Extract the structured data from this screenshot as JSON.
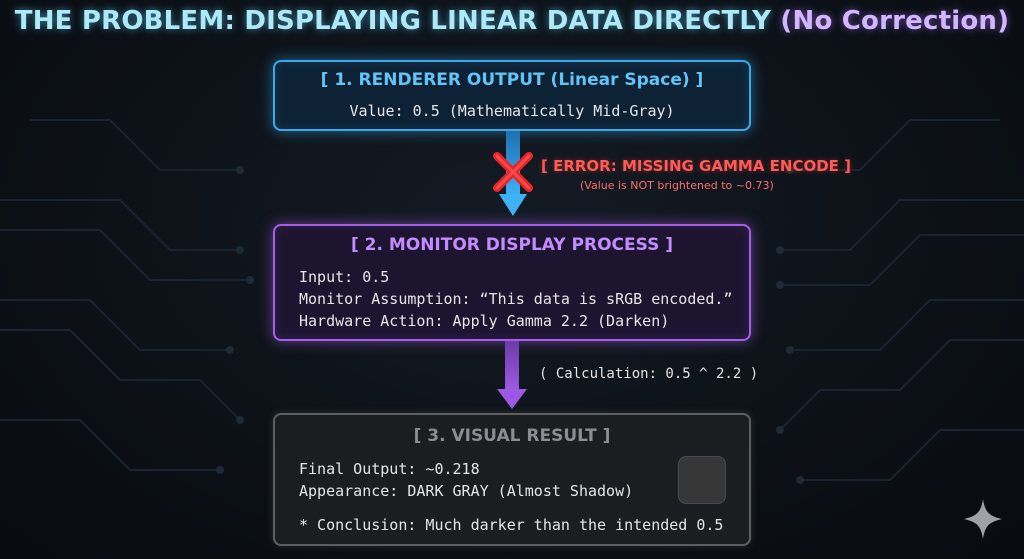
{
  "title": {
    "main": "THE PROBLEM: DISPLAYING LINEAR DATA DIRECTLY",
    "sub": "(No Correction)"
  },
  "step1": {
    "heading": "[ 1. RENDERER OUTPUT (Linear Space) ]",
    "value_line": "Value: 0.5 (Mathematically Mid-Gray)"
  },
  "error": {
    "icon": "cross-icon",
    "label": "[ ERROR: MISSING GAMMA ENCODE ]",
    "note": "(Value is NOT brightened to ~0.73)"
  },
  "step2": {
    "heading": "[ 2. MONITOR DISPLAY PROCESS ]",
    "lines": [
      "Input: 0.5",
      "Monitor Assumption: “This data is sRGB encoded.”",
      "Hardware Action: Apply Gamma 2.2 (Darken)"
    ]
  },
  "calculation": "( Calculation: 0.5 ^ 2.2 )",
  "step3": {
    "heading": "[ 3. VISUAL RESULT ]",
    "final_output": "Final Output: ~0.218",
    "appearance": "Appearance: DARK GRAY (Almost Shadow)",
    "conclusion": "* Conclusion: Much darker than the intended 0.5",
    "swatch_color": "#373737"
  },
  "colors": {
    "step1_accent": "#3aa9ec",
    "step2_accent": "#a45ee8",
    "step3_accent": "#5b5e63",
    "error": "#ff5b55"
  },
  "corner_icon": "sparkle-icon"
}
